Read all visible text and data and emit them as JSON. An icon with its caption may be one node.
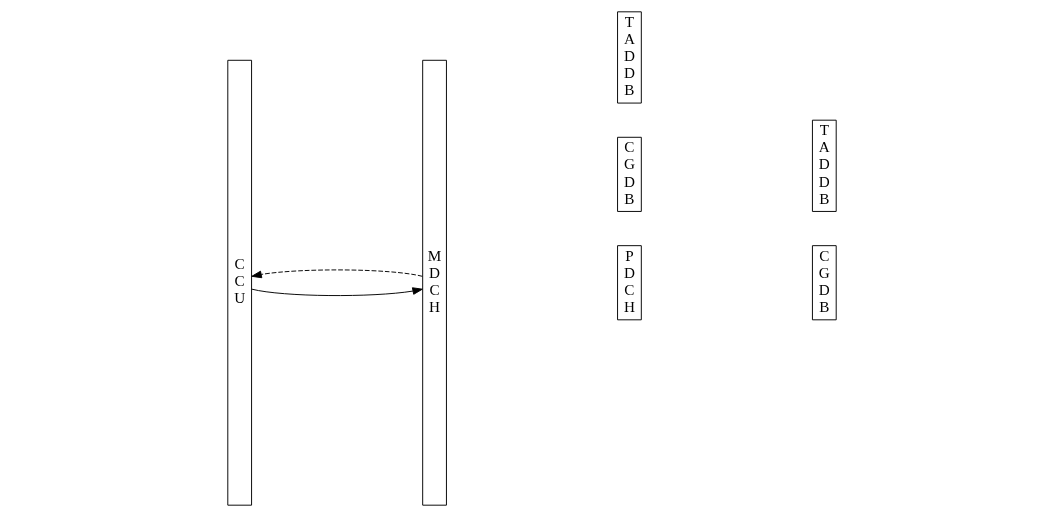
{
  "diagram": {
    "nodes": [
      {
        "text": [
          "C C U"
        ]
      },
      {
        "text": [
          "M D C H"
        ]
      },
      {
        "text": [
          "P D C H"
        ]
      },
      {
        "text": [
          "C G D B"
        ]
      },
      {
        "text": [
          "T A D D B"
        ]
      },
      {
        "text": [
          "C G D B"
        ]
      },
      {
        "text": [
          "T A D D B"
        ]
      }
    ],
    "edges": [
      {
        "from": 0,
        "to": 1,
        "arrow": "to"
      },
      {
        "from": 1,
        "to": 0,
        "arrow": "to",
        "style": "dashed"
      }
    ]
  }
}
